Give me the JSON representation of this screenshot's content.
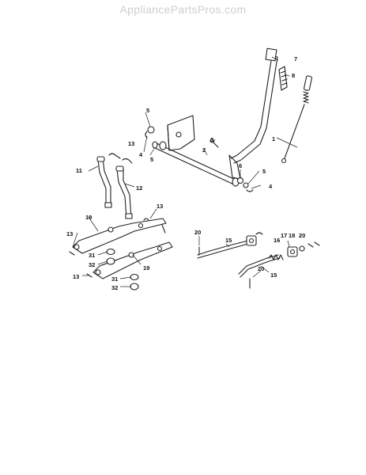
{
  "header": {
    "site": "AppliancePartsPros.com"
  },
  "callouts": {
    "c1": "1",
    "c2": "2",
    "c3": "3",
    "c4a": "4",
    "c4b": "4",
    "c5a": "5",
    "c5b": "5",
    "c5c": "5",
    "c6": "6",
    "c7": "7",
    "c8": "8",
    "c11": "11",
    "c12": "12",
    "c13a": "13",
    "c13b": "13",
    "c13c": "13",
    "c13d": "13",
    "c15a": "15",
    "c15b": "15",
    "c16": "16",
    "c17": "17",
    "c18": "18",
    "c19a": "19",
    "c19b": "19",
    "c20a": "20",
    "c20b": "20",
    "c20c": "20",
    "c31a": "31",
    "c31b": "31",
    "c32a": "32",
    "c32b": "32"
  }
}
